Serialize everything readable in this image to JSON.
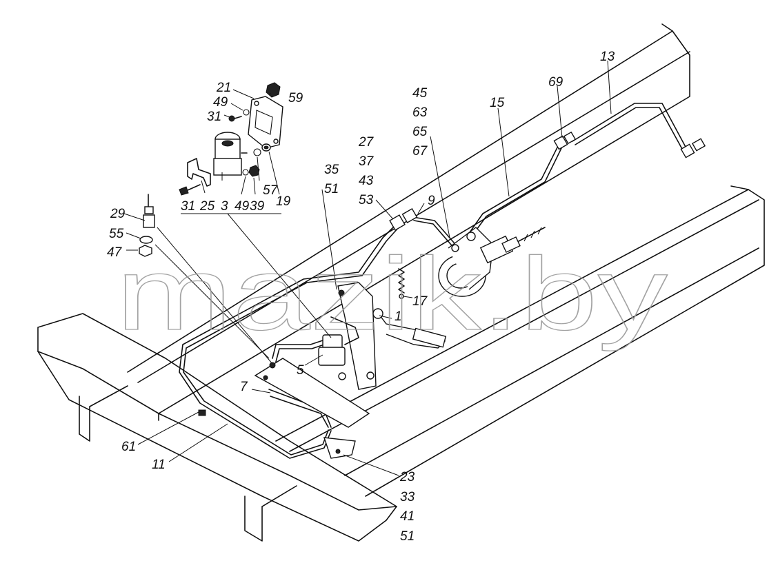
{
  "watermark": "mazik.by",
  "labels": {
    "l13": "13",
    "l69": "69",
    "l15": "15",
    "l45": "45",
    "l63": "63",
    "l65": "65",
    "l67": "67",
    "l21": "21",
    "l59": "59",
    "l49a": "49",
    "l31a": "31",
    "l27": "27",
    "l37": "37",
    "l43": "43",
    "l53a": "53",
    "l35": "35",
    "l51a": "51",
    "l9": "9",
    "l29": "29",
    "l55": "55",
    "l47": "47",
    "l31b": "31",
    "l25": "25",
    "l3": "3",
    "l49b": "49",
    "l39": "39",
    "l57": "57",
    "l19": "19",
    "l17": "17",
    "l1": "1",
    "l5": "5",
    "l7": "7",
    "l61": "61",
    "l11": "11",
    "l23": "23",
    "l33": "33",
    "l41": "41",
    "l51b": "51"
  }
}
